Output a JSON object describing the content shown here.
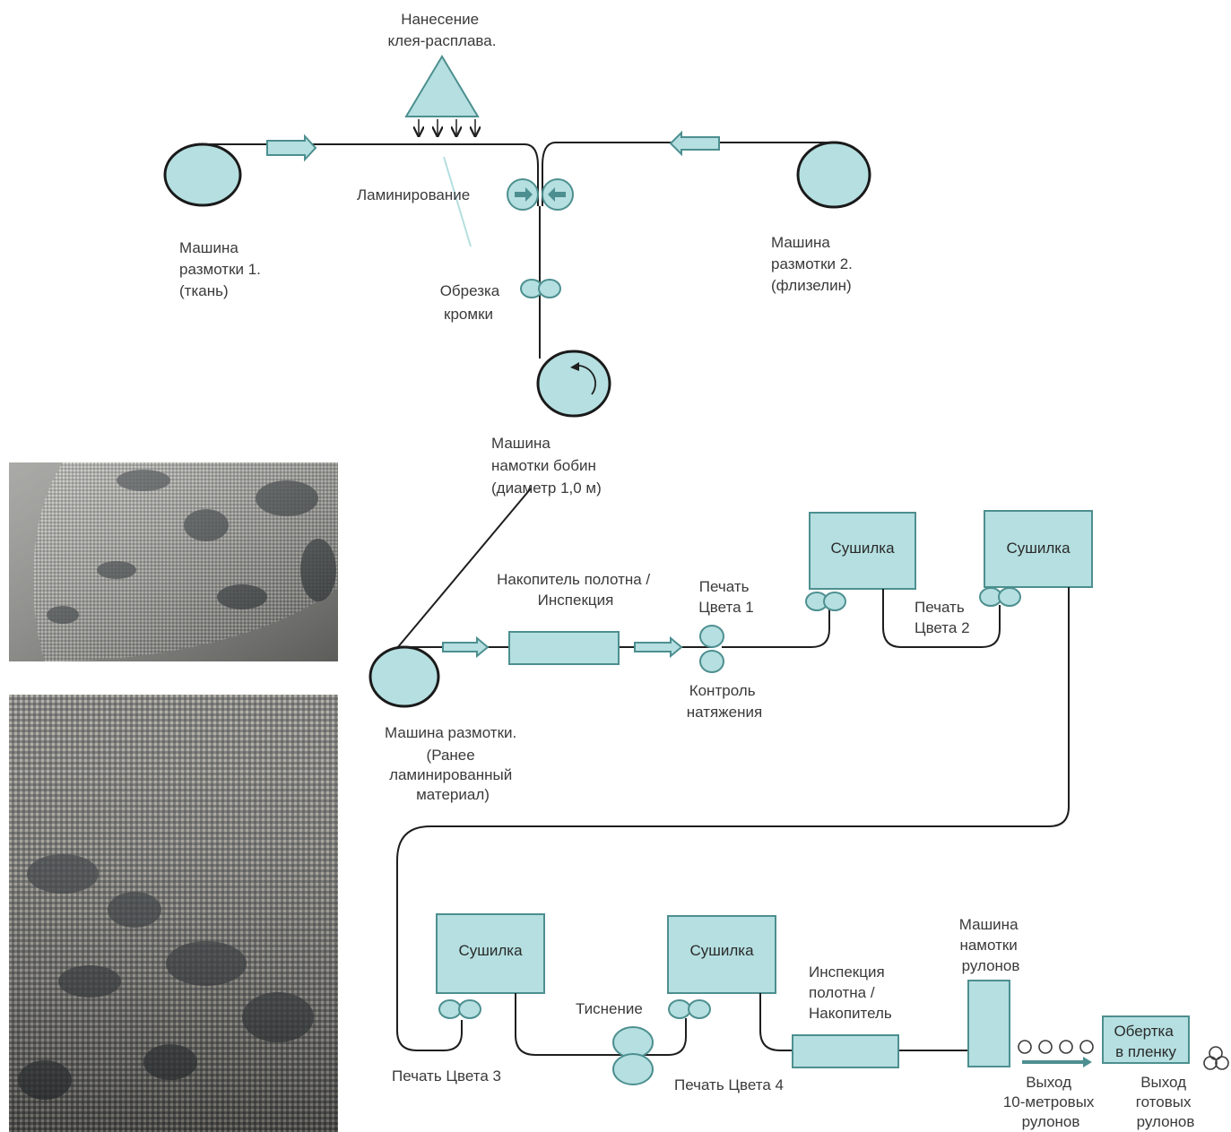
{
  "colors": {
    "accent_fill": "#b5dfe0",
    "accent_stroke": "#4d8f90",
    "line": "#1e1e1e",
    "text": "#3a3a3a"
  },
  "labels": {
    "glue_application": [
      "Нанесение",
      "клея-расплава."
    ],
    "lamination": "Ламинирование",
    "unwinder_1": [
      "Машина",
      "размотки 1.",
      "(ткань)"
    ],
    "unwinder_2": [
      "Машина",
      "размотки 2.",
      "(флизелин)"
    ],
    "edge_trimming": [
      "Обрезка",
      "кромки"
    ],
    "bobbin_winder": [
      "Машина",
      "намотки бобин",
      "(диаметр 1,0 м)"
    ],
    "accumulator_inspection": [
      "Накопитель полотна /",
      "Инспекция"
    ],
    "print_color_1": [
      "Печать",
      "Цвета 1"
    ],
    "tension_control": [
      "Контроль",
      "натяжения"
    ],
    "dryer_1": "Сушилка",
    "dryer_2": "Сушилка",
    "print_color_2": [
      "Печать",
      "Цвета 2"
    ],
    "unwinder_pre_laminated": [
      "Машина размотки.",
      "(Ранее",
      "ламинированный",
      "материал)"
    ],
    "dryer_3": "Сушилка",
    "dryer_4": "Сушилка",
    "embossing": "Тиснение",
    "inspection_accumulator": [
      "Инспекция",
      "полотна /",
      "Накопитель"
    ],
    "roll_winder": [
      "Машина",
      "намотки",
      "рулонов"
    ],
    "film_wrap": [
      "Обертка",
      "в пленку"
    ],
    "print_color_3": "Печать Цвета 3",
    "print_color_4": "Печать Цвета 4",
    "exit_10m_rolls": [
      "Выход",
      "10-метровых",
      "рулонов"
    ],
    "exit_finished_rolls": [
      "Выход",
      "готовых",
      "рулонов"
    ]
  },
  "photos": [
    {
      "name": "fabric-roll-photo-top"
    },
    {
      "name": "fabric-closeup-photo-bottom"
    }
  ]
}
